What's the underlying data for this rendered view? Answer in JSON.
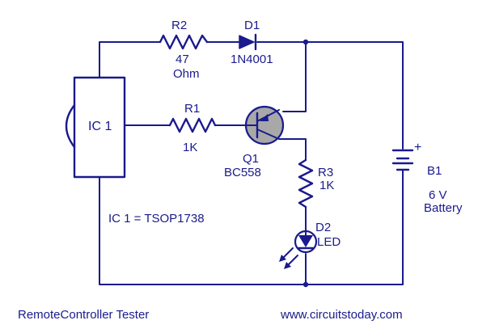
{
  "components": {
    "ic1": {
      "name": "IC 1",
      "part_note": "IC 1 = TSOP1738"
    },
    "r1": {
      "name": "R1",
      "value": "1K"
    },
    "r2": {
      "name": "R2",
      "value_line1": "47",
      "value_line2": "Ohm"
    },
    "r3": {
      "name": "R3",
      "value": "1K"
    },
    "d1": {
      "name": "D1",
      "part": "1N4001"
    },
    "d2": {
      "name": "D2",
      "part": "LED"
    },
    "q1": {
      "name": "Q1",
      "part": "BC558"
    },
    "b1": {
      "name": "B1",
      "voltage": "6 V",
      "type": "Battery",
      "polarity": "+"
    }
  },
  "footer": {
    "title": "RemoteController  Tester",
    "website": "www.circuitstoday.com"
  },
  "colors": {
    "ink": "#1a1a8c",
    "transistor_fill": "#a8a8a8",
    "background": "#ffffff"
  }
}
